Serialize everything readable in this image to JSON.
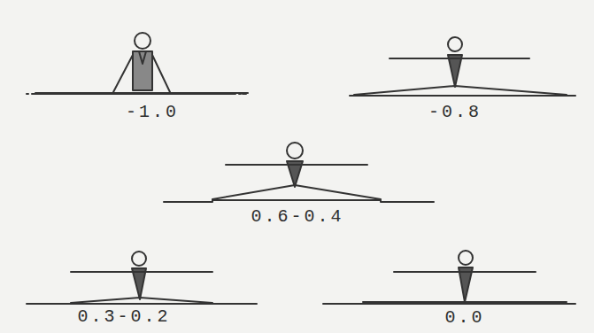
{
  "diagram": {
    "labels": [
      "-1.0",
      "-0.8",
      "0.6-0.4",
      "0.3-0.2",
      "0.0"
    ]
  }
}
